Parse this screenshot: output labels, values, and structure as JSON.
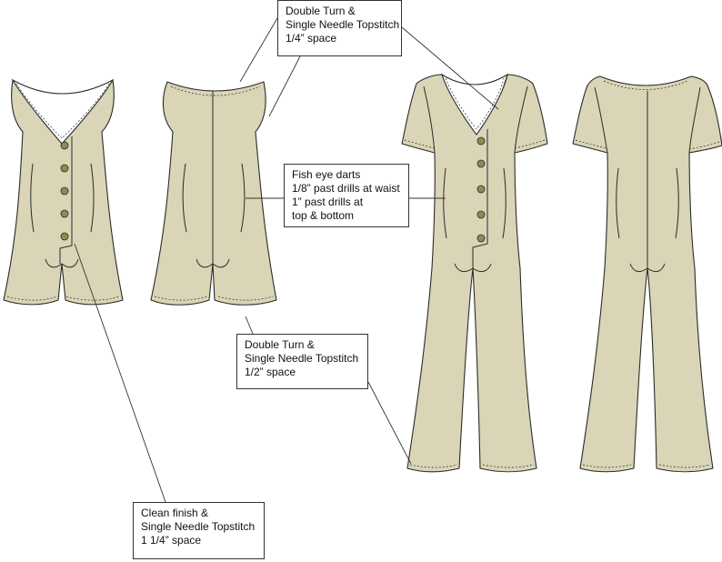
{
  "colors": {
    "fabric": "#d9d5b6",
    "outline": "#2b2b2b",
    "button": "#8d8b52",
    "leader": "#333333"
  },
  "callouts": {
    "neckline": [
      "Double Turn &",
      "Single Needle Topstitch",
      "1/4” space"
    ],
    "darts": [
      "Fish eye darts",
      "1/8” past drills at waist",
      "1” past drills at",
      "top & bottom"
    ],
    "hem": [
      "Double Turn &",
      "Single Needle Topstitch",
      "1/2” space"
    ],
    "placket": [
      "Clean finish &",
      "Single Needle Topstitch",
      "1 1/4” space"
    ]
  },
  "garments": {
    "romper_buttons": 5,
    "jumpsuit_buttons": 5
  }
}
